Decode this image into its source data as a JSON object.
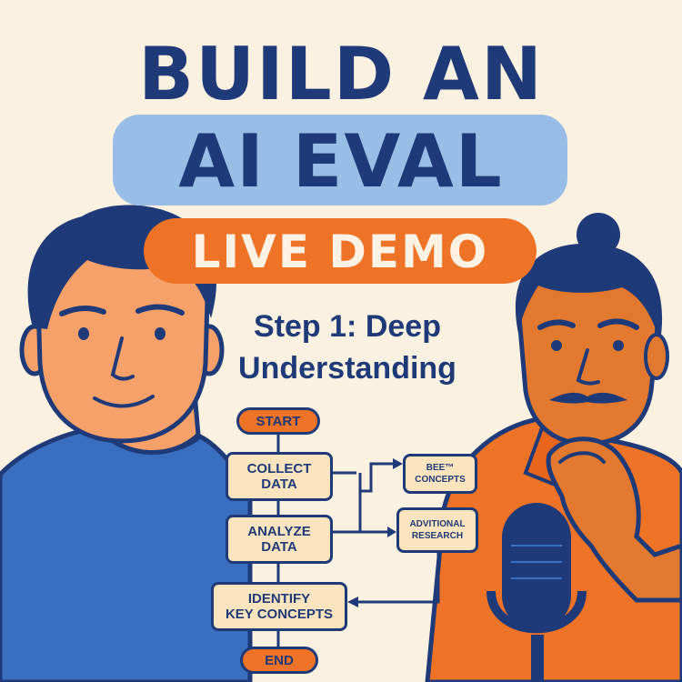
{
  "title": {
    "line1": "BUILD AN",
    "line2": "AI EVAL",
    "badge": "LIVE DEMO"
  },
  "subtitle": "Step 1: Deep\nUnderstanding",
  "flowchart": {
    "start": "START",
    "collect": "COLLECT\nDATA",
    "analyze": "ANALYZE\nDATA",
    "identify": "IDENTIFY\nKEY CONCEPTS",
    "end": "END",
    "bee": "BEE™\nCONCEPTS",
    "additional": "ADVITIONAL\nRESEARCH"
  },
  "colors": {
    "navy": "#1f3a78",
    "orange": "#ee7326",
    "light_blue": "#98bde6",
    "cream": "#fbe4be",
    "background": "#fbf1e1",
    "shirt_blue": "#3a6fc0"
  }
}
